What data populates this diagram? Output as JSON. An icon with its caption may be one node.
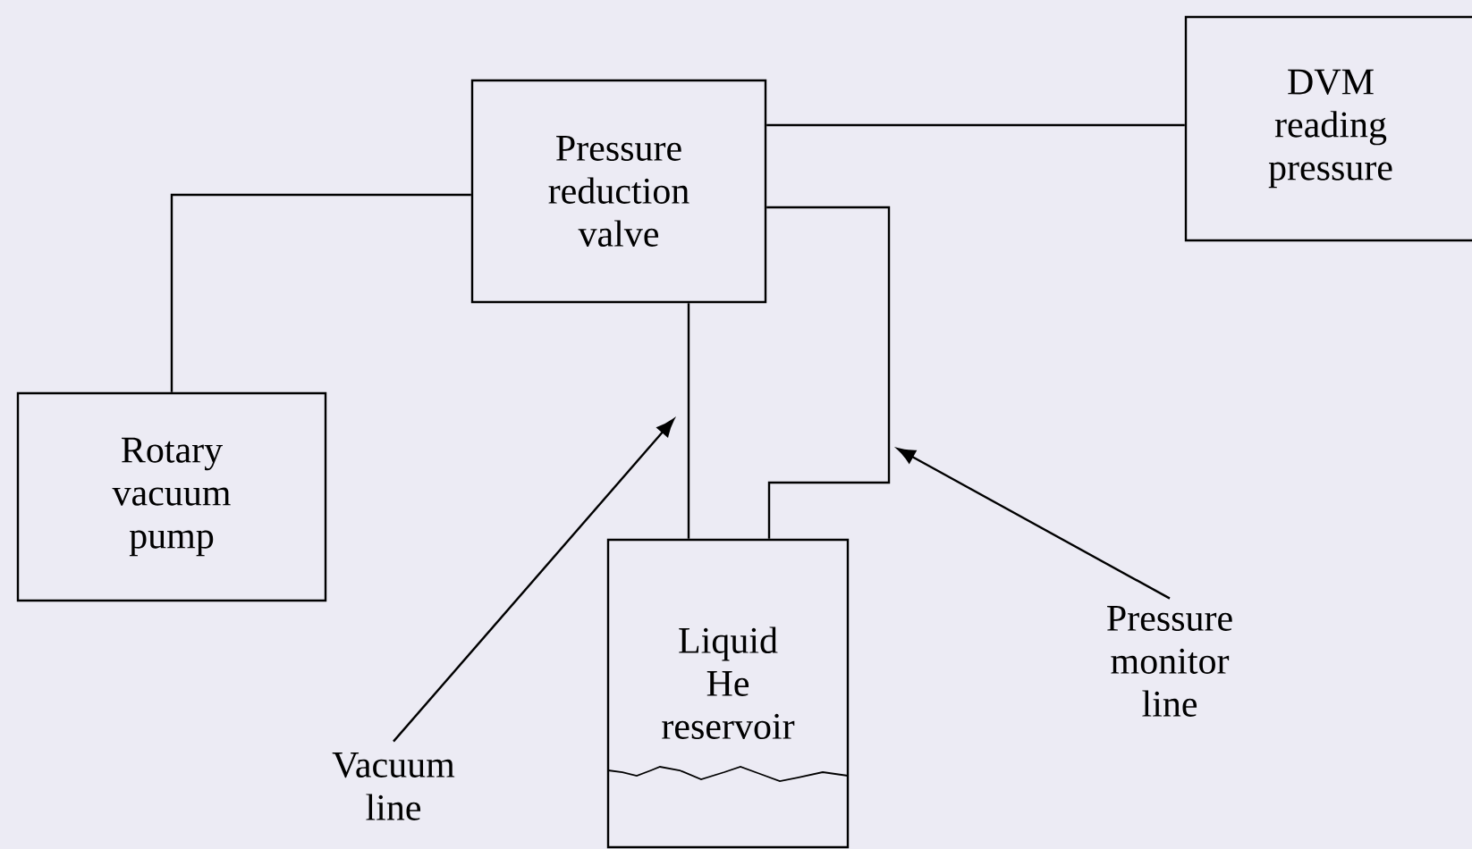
{
  "diagram": {
    "nodes": [
      {
        "text": [
          "Pressure reduction valve"
        ]
      },
      {
        "text": [
          "DVM reading pressure"
        ]
      },
      {
        "text": [
          "Rotary vacuum pump"
        ]
      },
      {
        "text": [
          "Liquid He reservoir"
        ]
      },
      {
        "text": [
          "Vacuum line"
        ]
      },
      {
        "text": [
          "Pressure monitor line"
        ]
      }
    ],
    "edges": [
      {
        "from": 0,
        "to": 1,
        "arrow": "none"
      },
      {
        "from": 0,
        "to": 2,
        "arrow": "none"
      },
      {
        "from": 0,
        "to": 3,
        "arrow": "none"
      },
      {
        "from": 0,
        "to": 3,
        "arrow": "none"
      },
      {
        "from": 4,
        "to": null,
        "arrow": "to"
      },
      {
        "from": 5,
        "to": null,
        "arrow": "to"
      }
    ]
  }
}
